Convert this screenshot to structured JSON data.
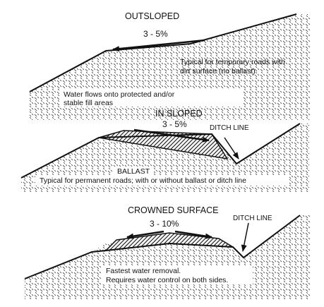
{
  "outsloped": {
    "title": "OUTSLOPED",
    "grade": "3 - 5%",
    "note_line1": "Typical for temporary roads with",
    "note_line2": "dirt surface (no ballast)",
    "water_line1": "Water flows onto protected and/or",
    "water_line2": "stable fill areas"
  },
  "insloped": {
    "title": "IN SLOPED",
    "grade": "3 - 5%",
    "ditch": "DITCH LINE",
    "ballast": "BALLAST",
    "note": "Typical for permanent roads; with or without ballast or ditch line"
  },
  "crowned": {
    "title": "CROWNED   SURFACE",
    "grade": "3  -  10%",
    "ditch": "DITCH LINE",
    "note_line1": "Fastest water removal.",
    "note_line2": "Requires water control on both sides."
  },
  "colors": {
    "ink": "#111111",
    "paper": "#ffffff"
  }
}
